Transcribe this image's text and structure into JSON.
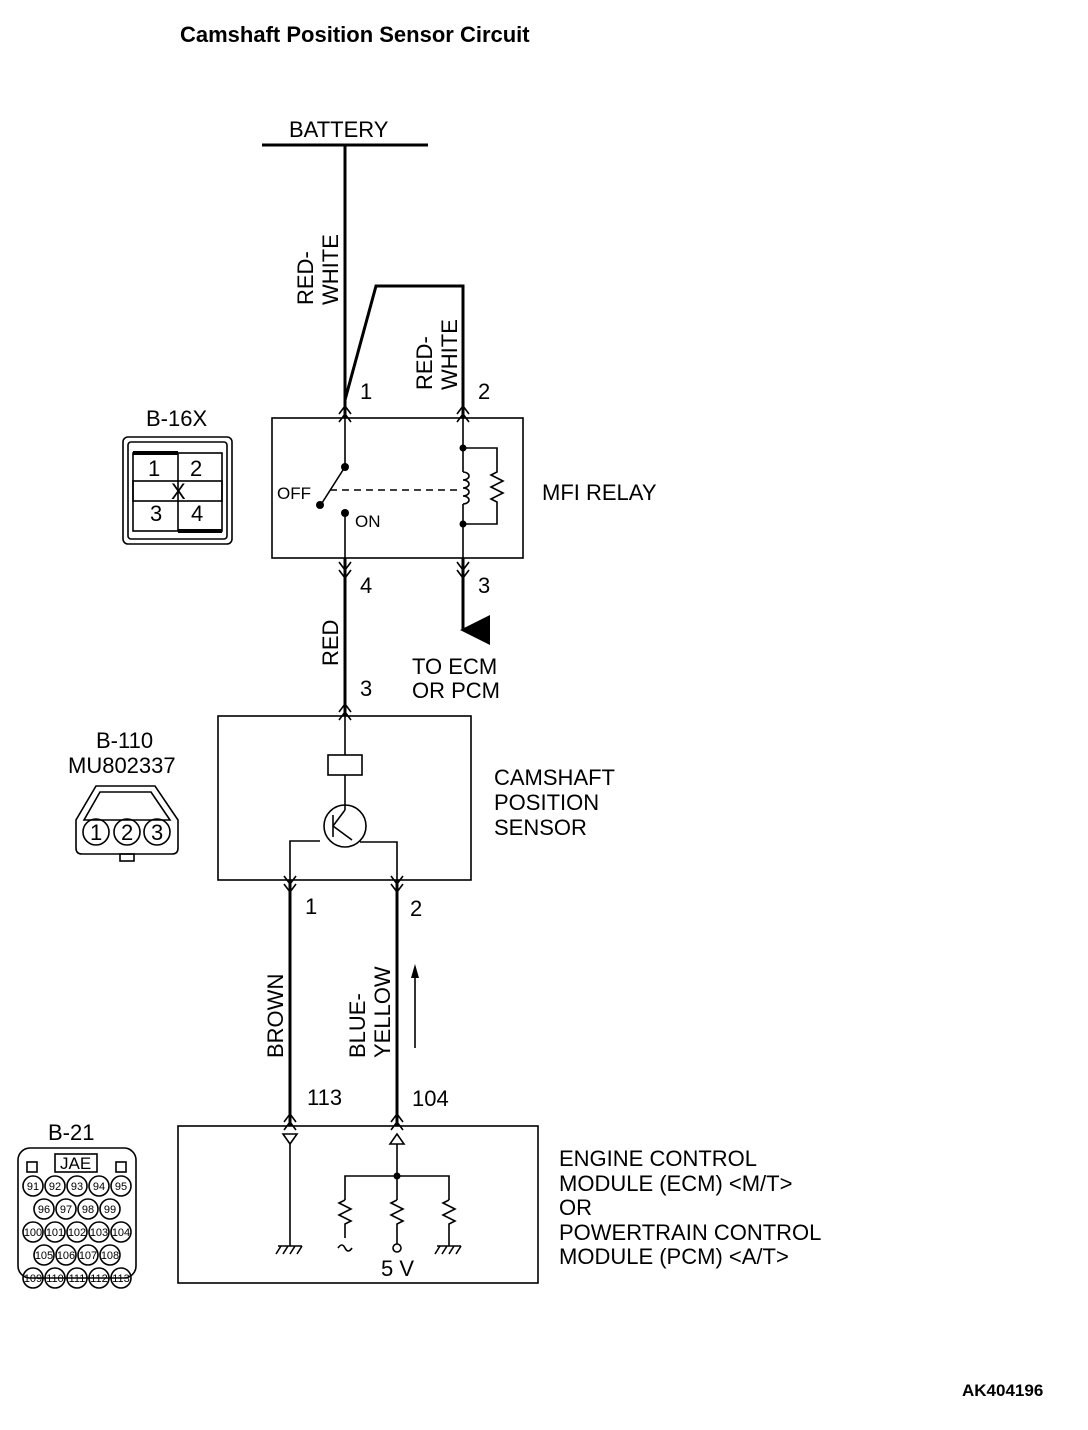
{
  "title": "Camshaft Position Sensor Circuit",
  "battery": "BATTERY",
  "wires": {
    "w1a": "RED-",
    "w1b": "WHITE",
    "w2a": "RED-",
    "w2b": "WHITE",
    "red": "RED",
    "brown": "BROWN",
    "blue_a": "BLUE-",
    "blue_b": "YELLOW"
  },
  "relay": {
    "label": "MFI RELAY",
    "off": "OFF",
    "on": "ON",
    "pins": [
      "1",
      "2",
      "3",
      "4"
    ],
    "to_ecm_1": "TO ECM",
    "to_ecm_2": "OR PCM"
  },
  "connectors": {
    "b16x": {
      "name": "B-16X",
      "pins": [
        "1",
        "2",
        "3",
        "4"
      ],
      "mark": "X"
    },
    "b110": {
      "name": "B-110",
      "part": "MU802337",
      "pins": [
        "1",
        "2",
        "3"
      ]
    },
    "b21": {
      "name": "B-21",
      "mark": "JAE",
      "rows": [
        [
          "91",
          "92",
          "93",
          "94",
          "95"
        ],
        [
          "96",
          "97",
          "98",
          "99"
        ],
        [
          "100",
          "101",
          "102",
          "103",
          "104"
        ],
        [
          "105",
          "106",
          "107",
          "108"
        ],
        [
          "109",
          "110",
          "111",
          "112",
          "113"
        ]
      ]
    }
  },
  "sensor": {
    "line1": "CAMSHAFT",
    "line2": "POSITION",
    "line3": "SENSOR",
    "pin_top": "3",
    "pin_left": "1",
    "pin_right": "2"
  },
  "ecm": {
    "line1": "ENGINE CONTROL",
    "line2": "MODULE (ECM) <M/T>",
    "line3": "OR",
    "line4": "POWERTRAIN CONTROL",
    "line5": "MODULE (PCM) <A/T>",
    "pin_left": "113",
    "pin_right": "104",
    "supply": "5 V"
  },
  "figure_code": "AK404196"
}
